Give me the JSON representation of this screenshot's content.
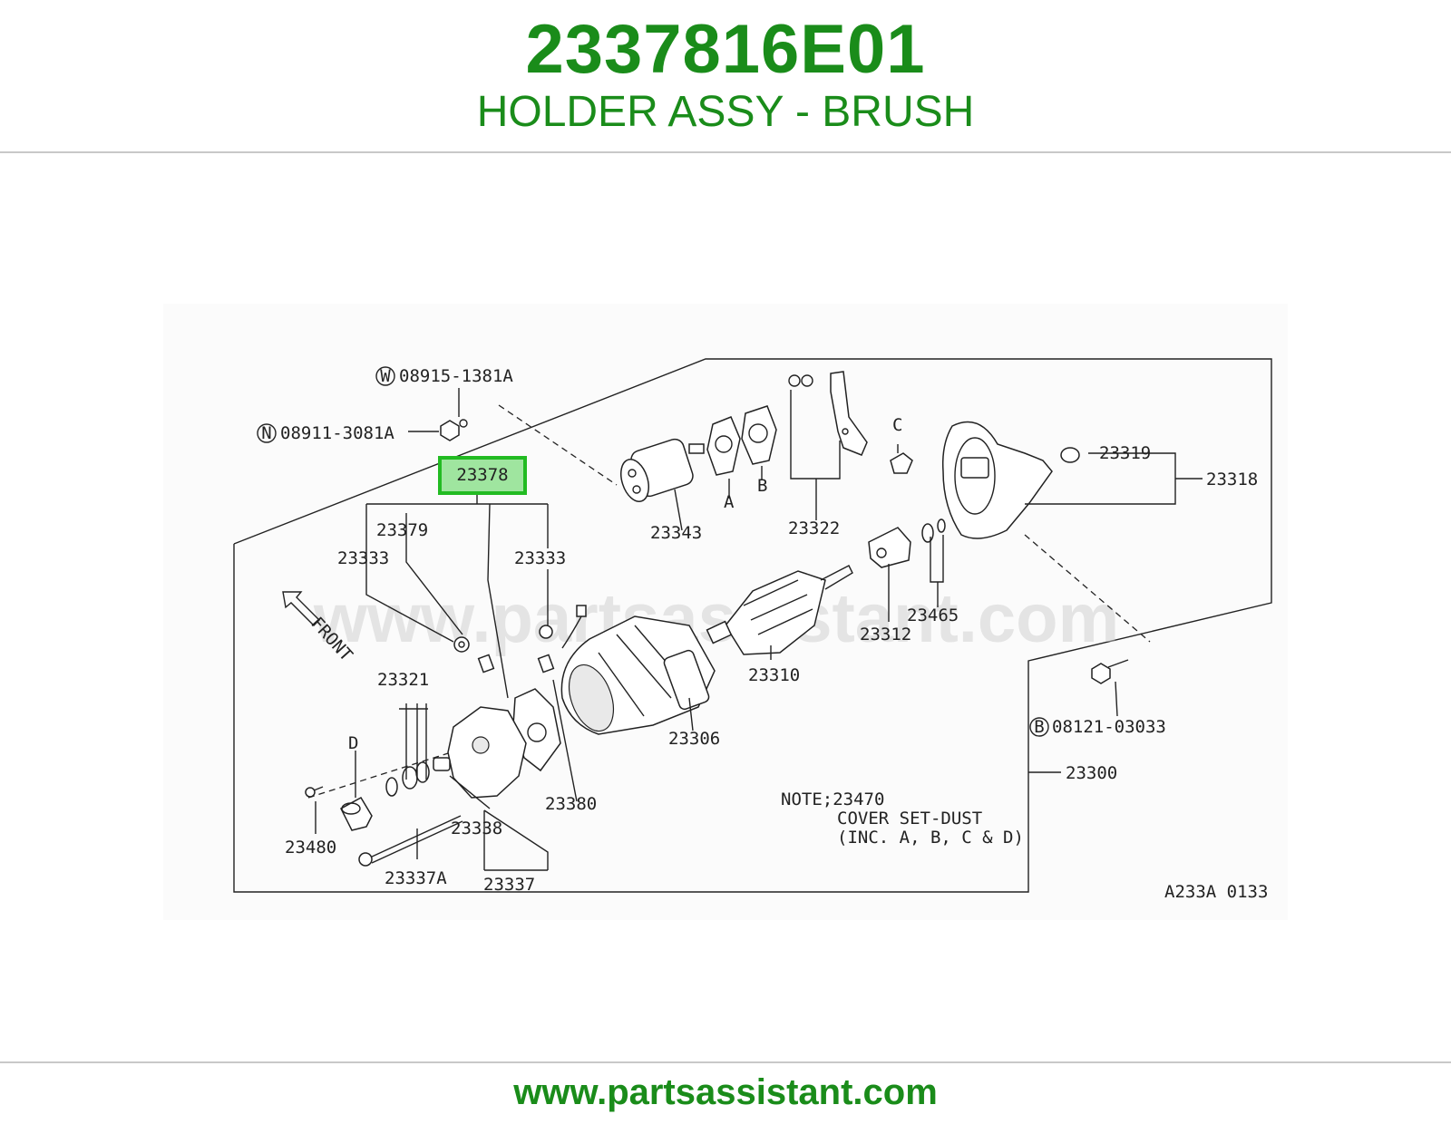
{
  "header": {
    "part_number": "2337816E01",
    "part_name": "HOLDER ASSY - BRUSH"
  },
  "diagram": {
    "watermark": "www.partsassistant.com",
    "highlighted_callout": "23378",
    "front_label": "FRONT",
    "code": "A233A 0133",
    "note_line1": "NOTE;23470",
    "note_line2": "COVER SET-DUST",
    "note_line3": "(INC. A, B, C & D)",
    "callouts": {
      "c08915": "08915-1381A",
      "c08911": "08911-3081A",
      "c08121": "08121-03033",
      "c23379": "23379",
      "c23333_left": "23333",
      "c23333_right": "23333",
      "c23321": "23321",
      "cD": "D",
      "c23480": "23480",
      "c23338": "23338",
      "c23337A": "23337A",
      "c23337": "23337",
      "c23380": "23380",
      "c23306": "23306",
      "c23343": "23343",
      "cA": "A",
      "cB": "B",
      "c23322": "23322",
      "cC": "C",
      "c23319": "23319",
      "c23318": "23318",
      "c23312": "23312",
      "c23465": "23465",
      "c23310": "23310",
      "c23300": "23300"
    },
    "circle_letters": {
      "w": "W",
      "n": "N",
      "b": "B"
    }
  },
  "footer": {
    "url": "www.partsassistant.com"
  },
  "colors": {
    "brand_green": "#1a8c1a",
    "highlight_green": "#22bb22"
  }
}
